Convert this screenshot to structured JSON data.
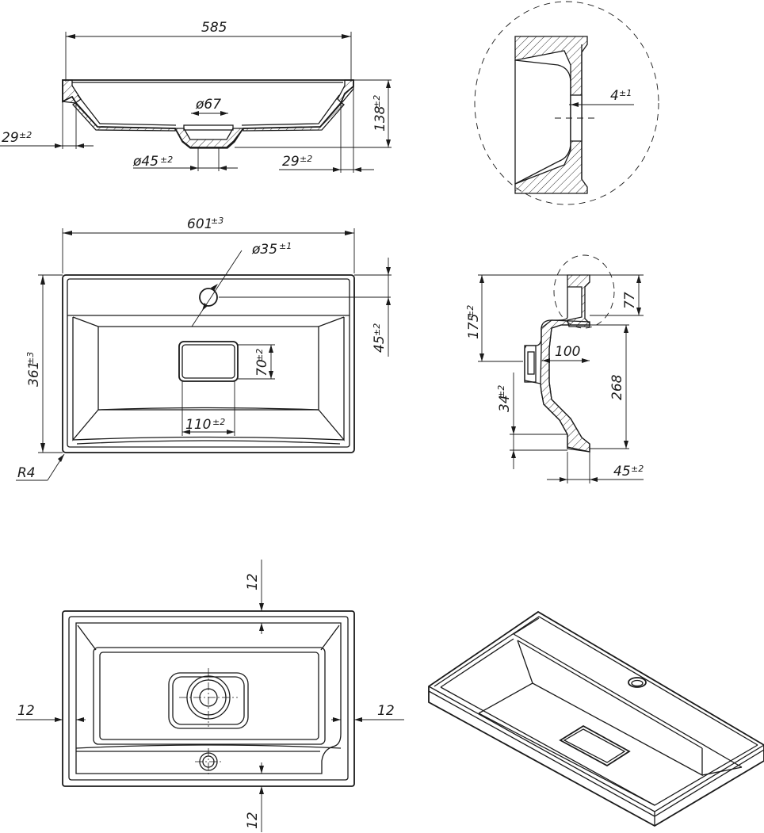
{
  "dimensions": {
    "top_width": "585",
    "top_drain_dia": "ø67",
    "top_outlet_dia": "ø45",
    "top_outlet_tol": "±2",
    "top_rim_left": "29",
    "top_rim_left_tol": "±2",
    "top_rim_right": "29",
    "top_rim_right_tol": "±2",
    "top_height": "138",
    "top_height_tol": "±2",
    "detail_gap": "4",
    "detail_gap_tol": "±1",
    "plan_width": "601",
    "plan_width_tol": "±3",
    "plan_hole_dia": "ø35",
    "plan_hole_tol": "±1",
    "plan_depth": "361",
    "plan_depth_tol": "±3",
    "plan_hole_offset": "45",
    "plan_hole_offset_tol": "±2",
    "plan_drain_h": "70",
    "plan_drain_h_tol": "±2",
    "plan_drain_w": "110",
    "plan_drain_w_tol": "±2",
    "plan_radius": "R4",
    "side_height": "175",
    "side_height_tol": "±2",
    "side_77": "77",
    "side_100": "100",
    "side_268": "268",
    "side_34": "34",
    "side_34_tol": "±2",
    "side_45": "45",
    "side_45_tol": "±2",
    "bottom_12_top": "12",
    "bottom_12_left": "12",
    "bottom_12_right": "12",
    "bottom_12_bottom": "12"
  }
}
